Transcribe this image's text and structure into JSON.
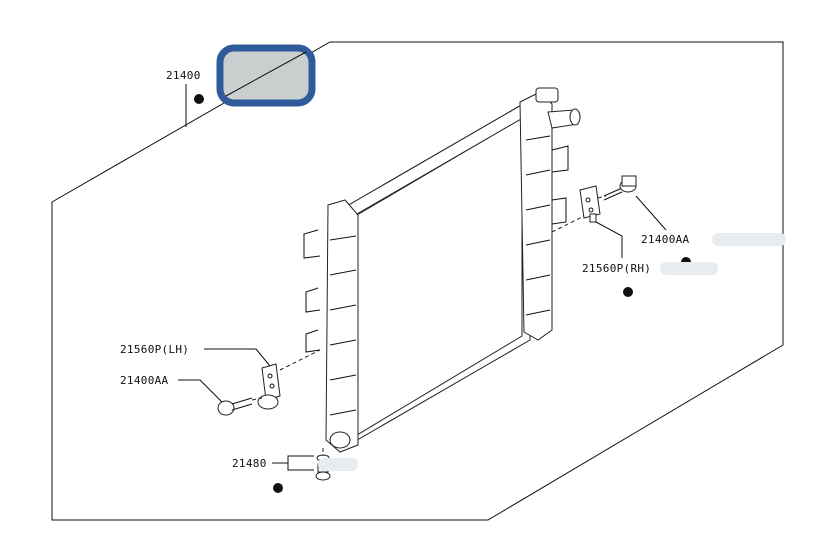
{
  "colors": {
    "highlight": "#2f5b9a",
    "highlight_fill": "#c9cfcf",
    "blur": "#e9ecef"
  },
  "labels": {
    "main": "21400",
    "rh_screw": "21400AA",
    "rh_bracket": "21560P(RH)",
    "lh_bracket": "21560P(LH)",
    "lh_screw": "21400AA",
    "drain": "21480"
  }
}
